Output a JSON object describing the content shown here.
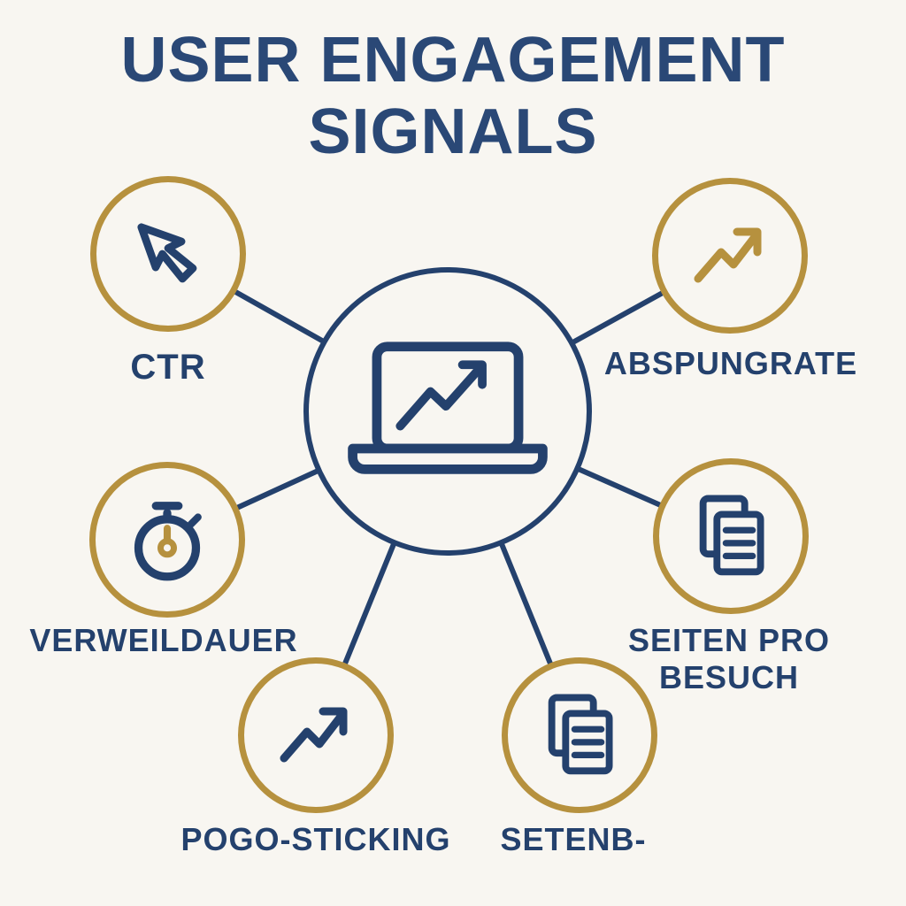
{
  "title": {
    "line1": "USER ENGAGEMENT",
    "line2": "SIGNALS"
  },
  "colors": {
    "background": "#F8F6F1",
    "navy": "#24416D",
    "gold": "#B6913E",
    "title_navy": "#2A4876"
  },
  "hub": {
    "icon": "laptop-trend-chart-icon"
  },
  "nodes": [
    {
      "id": "ctr",
      "label": "CTR",
      "icon": "cursor-arrow-icon",
      "icon_color": "#24416D",
      "position": "top-left"
    },
    {
      "id": "absprungrate",
      "label": "ABSPUNGRATE",
      "icon": "trend-up-arrow-icon",
      "icon_color": "#B6913E",
      "position": "top-right"
    },
    {
      "id": "verweildauer",
      "label": "VERWEILDAUER",
      "icon": "stopwatch-icon",
      "icon_color": "#24416D",
      "position": "mid-left"
    },
    {
      "id": "seiten",
      "label": "SEITEN PRO BESUCH",
      "icon": "documents-icon",
      "icon_color": "#24416D",
      "position": "mid-right"
    },
    {
      "id": "pogo",
      "label": "POGO-STICKING",
      "icon": "trend-up-arrow-icon",
      "icon_color": "#24416D",
      "position": "bottom-left"
    },
    {
      "id": "setenb",
      "label": "SETENB-",
      "icon": "documents-icon",
      "icon_color": "#24416D",
      "position": "bottom-right"
    }
  ]
}
